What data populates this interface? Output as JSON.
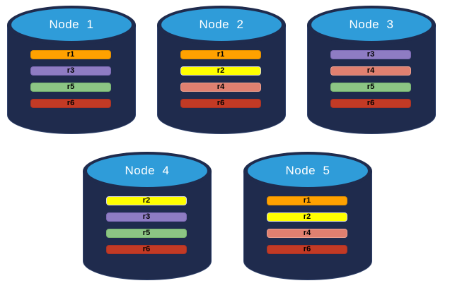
{
  "cylinder": {
    "body_color": "#1F2B4D",
    "top_color": "#2F9CD9",
    "title_color": "#ffffff"
  },
  "nodes": [
    {
      "label": "Node  1",
      "replicas": [
        {
          "label": "r1",
          "color": "#FFA100",
          "border": "#E08E00"
        },
        {
          "label": "r3",
          "color": "#8E7CC3",
          "border": "#7C69B4"
        },
        {
          "label": "r5",
          "color": "#8CC684",
          "border": "#79B671"
        },
        {
          "label": "r6",
          "color": "#C23A25",
          "border": "#A93226"
        }
      ]
    },
    {
      "label": "Node  2",
      "replicas": [
        {
          "label": "r1",
          "color": "#FFA100",
          "border": "#E08E00"
        },
        {
          "label": "r2",
          "color": "#FFFF00",
          "border": "#D9D9D9"
        },
        {
          "label": "r4",
          "color": "#E08070",
          "border": "#EBA08F"
        },
        {
          "label": "r6",
          "color": "#C23A25",
          "border": "#A93226"
        }
      ]
    },
    {
      "label": "Node  3",
      "replicas": [
        {
          "label": "r3",
          "color": "#8E7CC3",
          "border": "#7C69B4"
        },
        {
          "label": "r4",
          "color": "#E08070",
          "border": "#EBA08F"
        },
        {
          "label": "r5",
          "color": "#8CC684",
          "border": "#79B671"
        },
        {
          "label": "r6",
          "color": "#C23A25",
          "border": "#A93226"
        }
      ]
    },
    {
      "label": "Node  4",
      "replicas": [
        {
          "label": "r2",
          "color": "#FFFF00",
          "border": "#D9D9D9"
        },
        {
          "label": "r3",
          "color": "#8E7CC3",
          "border": "#7C69B4"
        },
        {
          "label": "r5",
          "color": "#8CC684",
          "border": "#79B671"
        },
        {
          "label": "r6",
          "color": "#C23A25",
          "border": "#A93226"
        }
      ]
    },
    {
      "label": "Node  5",
      "replicas": [
        {
          "label": "r1",
          "color": "#FFA100",
          "border": "#E08E00"
        },
        {
          "label": "r2",
          "color": "#FFFF00",
          "border": "#D9D9D9"
        },
        {
          "label": "r4",
          "color": "#E08070",
          "border": "#EBA08F"
        },
        {
          "label": "r6",
          "color": "#C23A25",
          "border": "#A93226"
        }
      ]
    }
  ]
}
